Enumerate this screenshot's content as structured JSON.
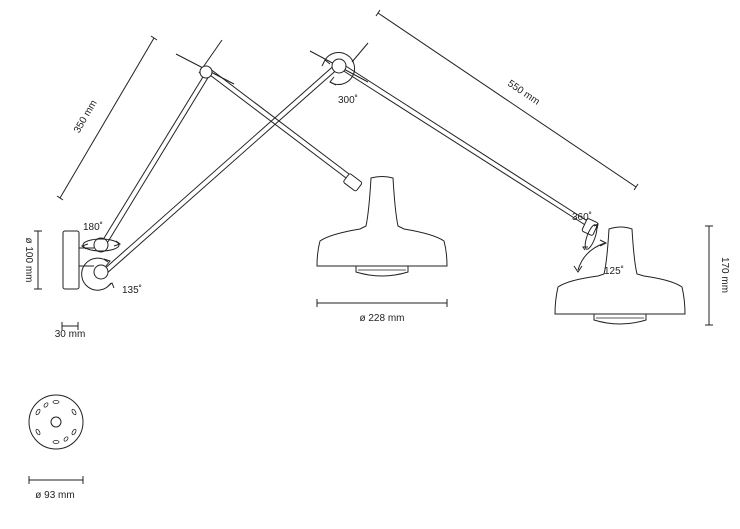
{
  "dimensions": {
    "arm_short": "350 mm",
    "arm_long": "550 mm",
    "base_height": "ø 100 mm",
    "base_depth": "30 mm",
    "shade_diameter": "ø 228 mm",
    "shade_height": "170 mm",
    "canopy_diameter": "ø 93 mm"
  },
  "rotations": {
    "base_top": "180˚",
    "base_bottom": "135˚",
    "elbow": "300˚",
    "head_spin": "360˚",
    "head_tilt": "125˚"
  },
  "colors": {
    "line": "#222222",
    "background": "#ffffff"
  }
}
